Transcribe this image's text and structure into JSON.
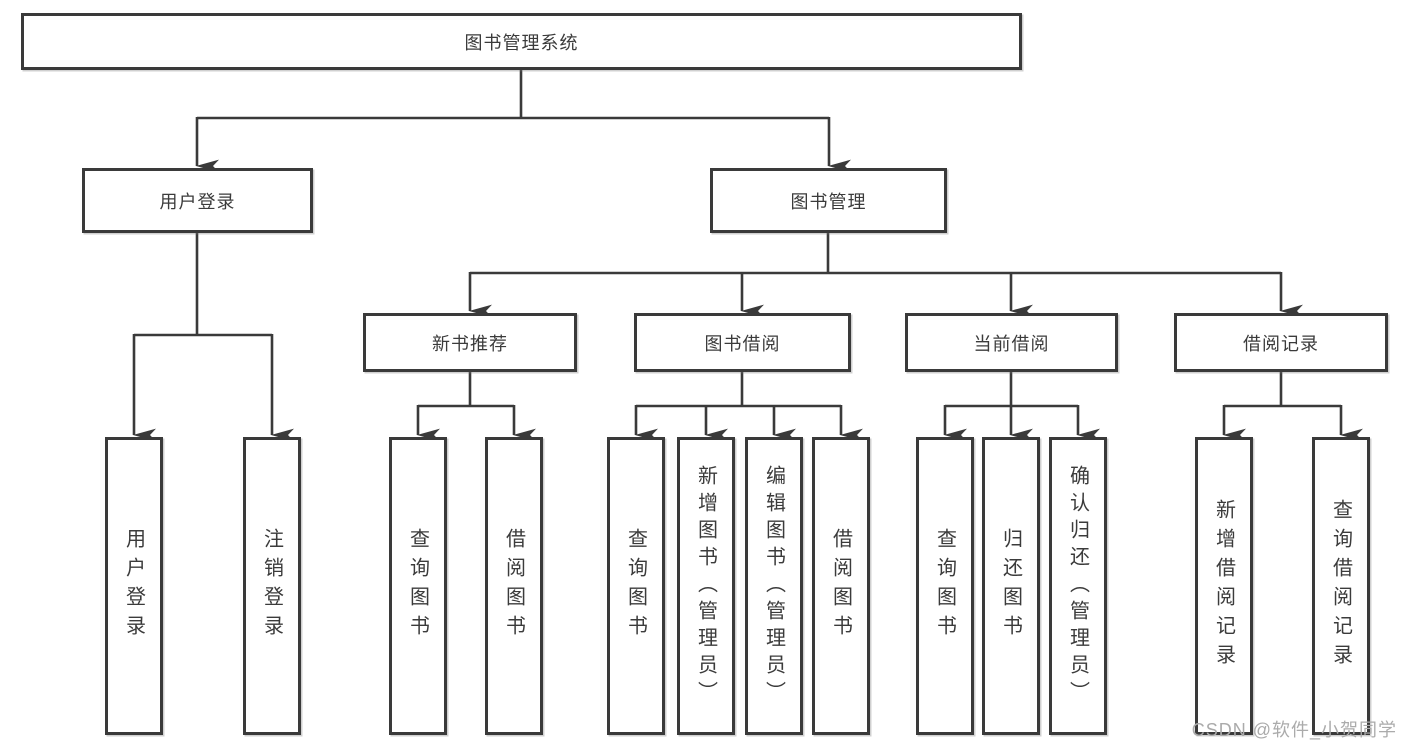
{
  "tree": {
    "root": "图书管理系统",
    "user_login": {
      "label": "用户登录",
      "children": [
        "用户登录",
        "注销登录"
      ]
    },
    "book_mgmt": {
      "label": "图书管理",
      "children": [
        {
          "label": "新书推荐",
          "children": [
            "查询图书",
            "借阅图书"
          ]
        },
        {
          "label": "图书借阅",
          "children": [
            "查询图书",
            "新增图书（管理员）",
            "编辑图书（管理员）",
            "借阅图书"
          ]
        },
        {
          "label": "当前借阅",
          "children": [
            "查询图书",
            "归还图书",
            "确认归还（管理员）"
          ]
        },
        {
          "label": "借阅记录",
          "children": [
            "新增借阅记录",
            "查询借阅记录"
          ]
        }
      ]
    }
  },
  "watermark": "CSDN @软件_小贺同学",
  "colors": {
    "line": "#3a3a3a",
    "text": "#3b3b3b",
    "watermark": "#ababab",
    "background": "#ffffff"
  }
}
